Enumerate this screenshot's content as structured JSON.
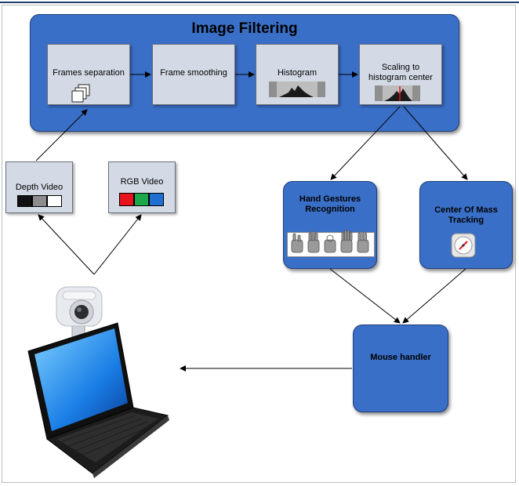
{
  "title": "Image Filtering",
  "stages": {
    "frames_separation": "Frames separation",
    "frame_smoothing": "Frame smoothing",
    "histogram": "Histogram",
    "scaling_line1": "Scaling to",
    "scaling_line2": "histogram center"
  },
  "inputs": {
    "depth_video": "Depth Video",
    "rgb_video": "RGB Video"
  },
  "gestures": {
    "line1": "Hand Gestures",
    "line2": "Recognition"
  },
  "center_of_mass": {
    "line1": "Center Of Mass",
    "line2": "Tracking"
  },
  "mouse_handler": "Mouse handler",
  "colors": {
    "box_blue": "#3a6fc7",
    "box_grey": "#d3dae5",
    "rgb_red": "#e8141c",
    "rgb_green": "#1aa84a",
    "rgb_blue": "#1e6fd1"
  }
}
